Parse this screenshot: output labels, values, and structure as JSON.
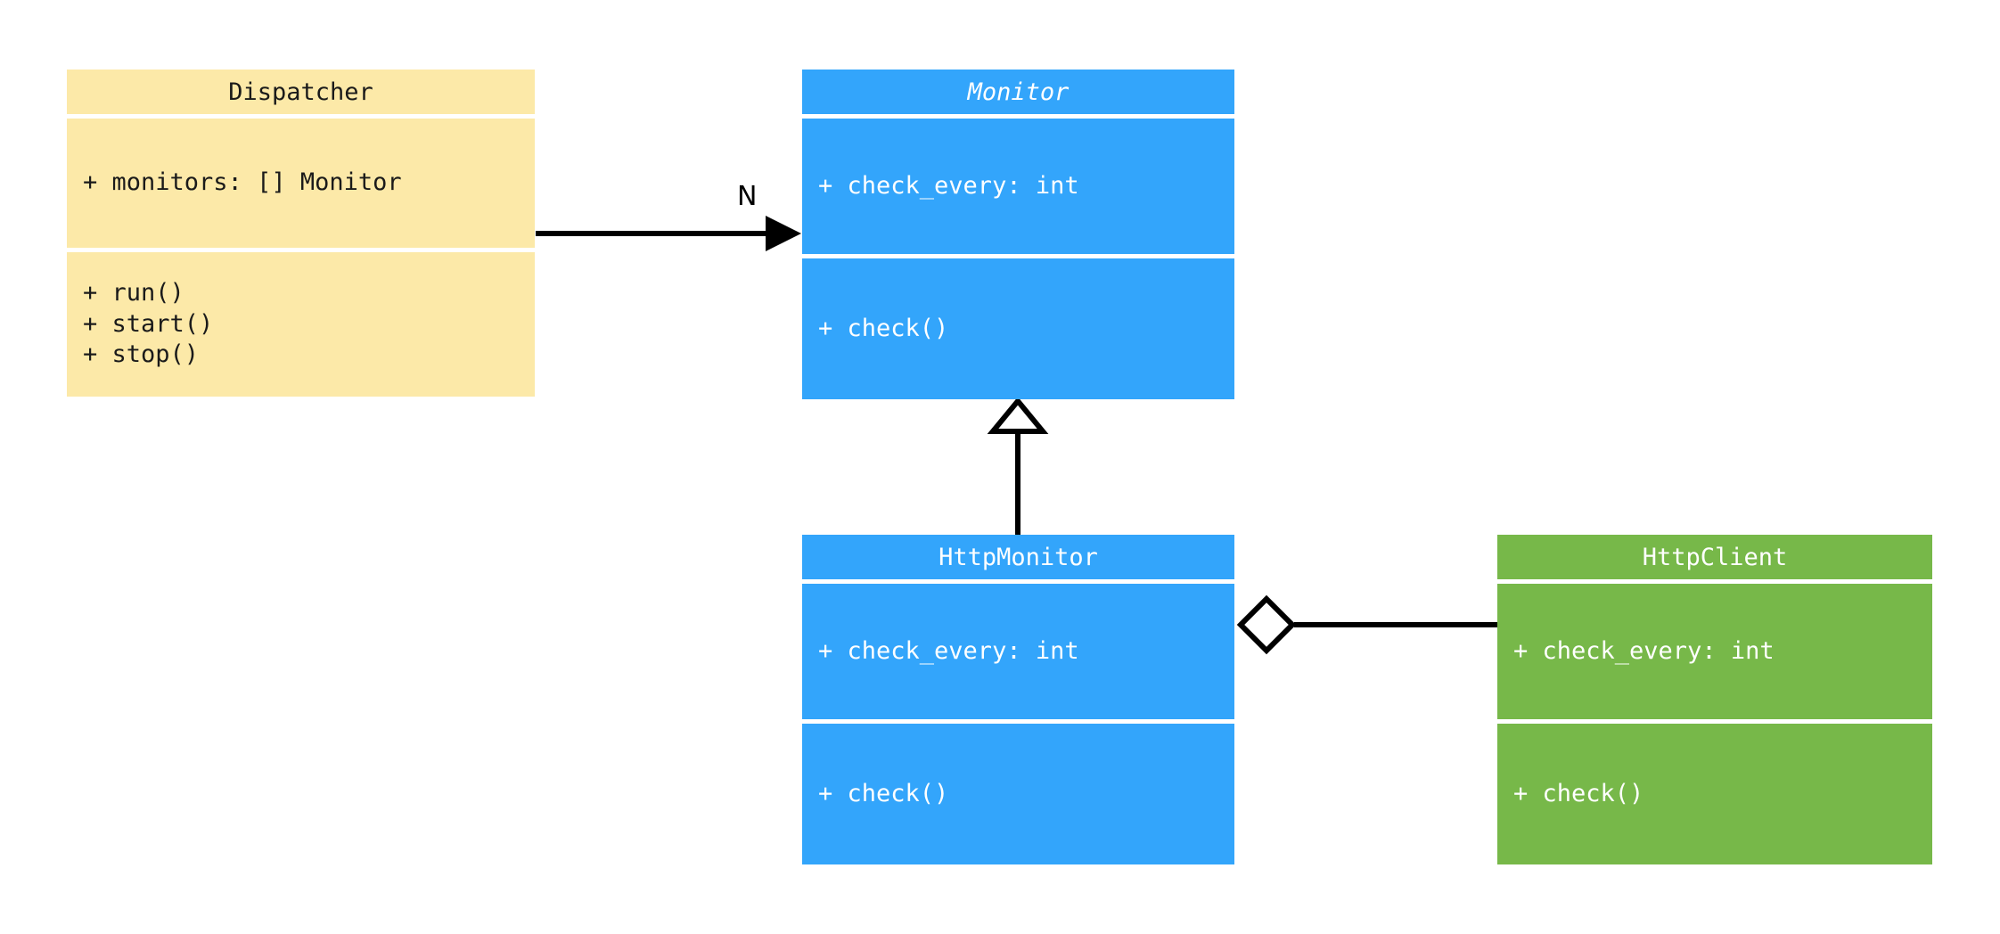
{
  "diagram": {
    "type": "uml-class-diagram",
    "background": "#ffffff",
    "palette": {
      "yellow": "#fce9a8",
      "blue": "#33a5fb",
      "green": "#77b849",
      "line": "#000000",
      "dark_text": "#1a1a1a",
      "light_text": "#ffffff"
    }
  },
  "classes": {
    "dispatcher": {
      "name": "Dispatcher",
      "abstract": false,
      "color": "#fce9a8",
      "attributes": [
        "+ monitors: [] Monitor"
      ],
      "methods": [
        "+ run()",
        "+ start()",
        "+ stop()"
      ]
    },
    "monitor": {
      "name": "Monitor",
      "abstract": true,
      "color": "#33a5fb",
      "attributes": [
        "+ check_every: int"
      ],
      "methods": [
        "+ check()"
      ]
    },
    "http_monitor": {
      "name": "HttpMonitor",
      "abstract": false,
      "color": "#33a5fb",
      "attributes": [
        "+ check_every: int"
      ],
      "methods": [
        "+ check()"
      ]
    },
    "http_client": {
      "name": "HttpClient",
      "abstract": false,
      "color": "#77b849",
      "attributes": [
        "+ check_every: int"
      ],
      "methods": [
        "+ check()"
      ]
    }
  },
  "relations": {
    "dispatcher_to_monitor": {
      "kind": "association",
      "from": "Dispatcher",
      "to": "Monitor",
      "label": "N",
      "arrowhead": "filled-arrow"
    },
    "http_monitor_to_monitor": {
      "kind": "generalization",
      "from": "HttpMonitor",
      "to": "Monitor",
      "label": "",
      "arrowhead": "hollow-triangle"
    },
    "http_monitor_to_http_client": {
      "kind": "aggregation",
      "from": "HttpMonitor",
      "to": "HttpClient",
      "label": "",
      "arrowhead": "hollow-diamond"
    }
  }
}
